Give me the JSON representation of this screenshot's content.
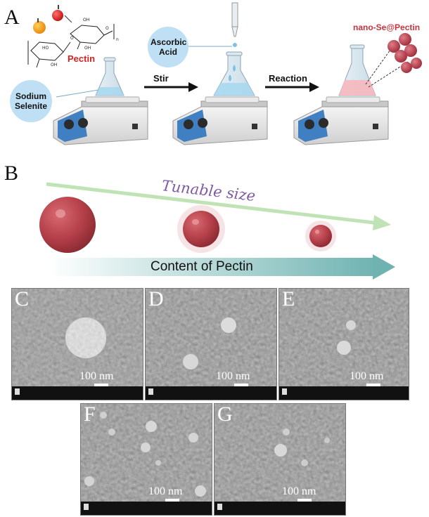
{
  "panels": {
    "a": "A",
    "b": "B",
    "c": "C",
    "d": "D",
    "e": "E",
    "f": "F",
    "g": "G"
  },
  "panel_a": {
    "reagent_sodium_selenite": "Sodium Selenite",
    "reagent_pectin": "Pectin",
    "reagent_ascorbic_acid": "Ascorbic Acid",
    "step_stir": "Stir",
    "step_reaction": "Reaction",
    "product": "nano-Se@Pectin",
    "colors": {
      "bubble": "#bfe0f4",
      "pectin_text": "#d62020",
      "product_text": "#c8323c",
      "hotplate_panel": "#3f7fc2",
      "solution_blue": "#a9d8ef",
      "solution_pink": "#f4b9c0"
    }
  },
  "panel_b": {
    "tunable_size": "Tunable size",
    "content_of_pectin": "Content of Pectin",
    "particle_color": "#b5404a",
    "tunable_arrow_color": "#bfe3b4",
    "content_arrow_color": "#6fb3b1"
  },
  "sem": {
    "scale_bar": "100 nm"
  }
}
